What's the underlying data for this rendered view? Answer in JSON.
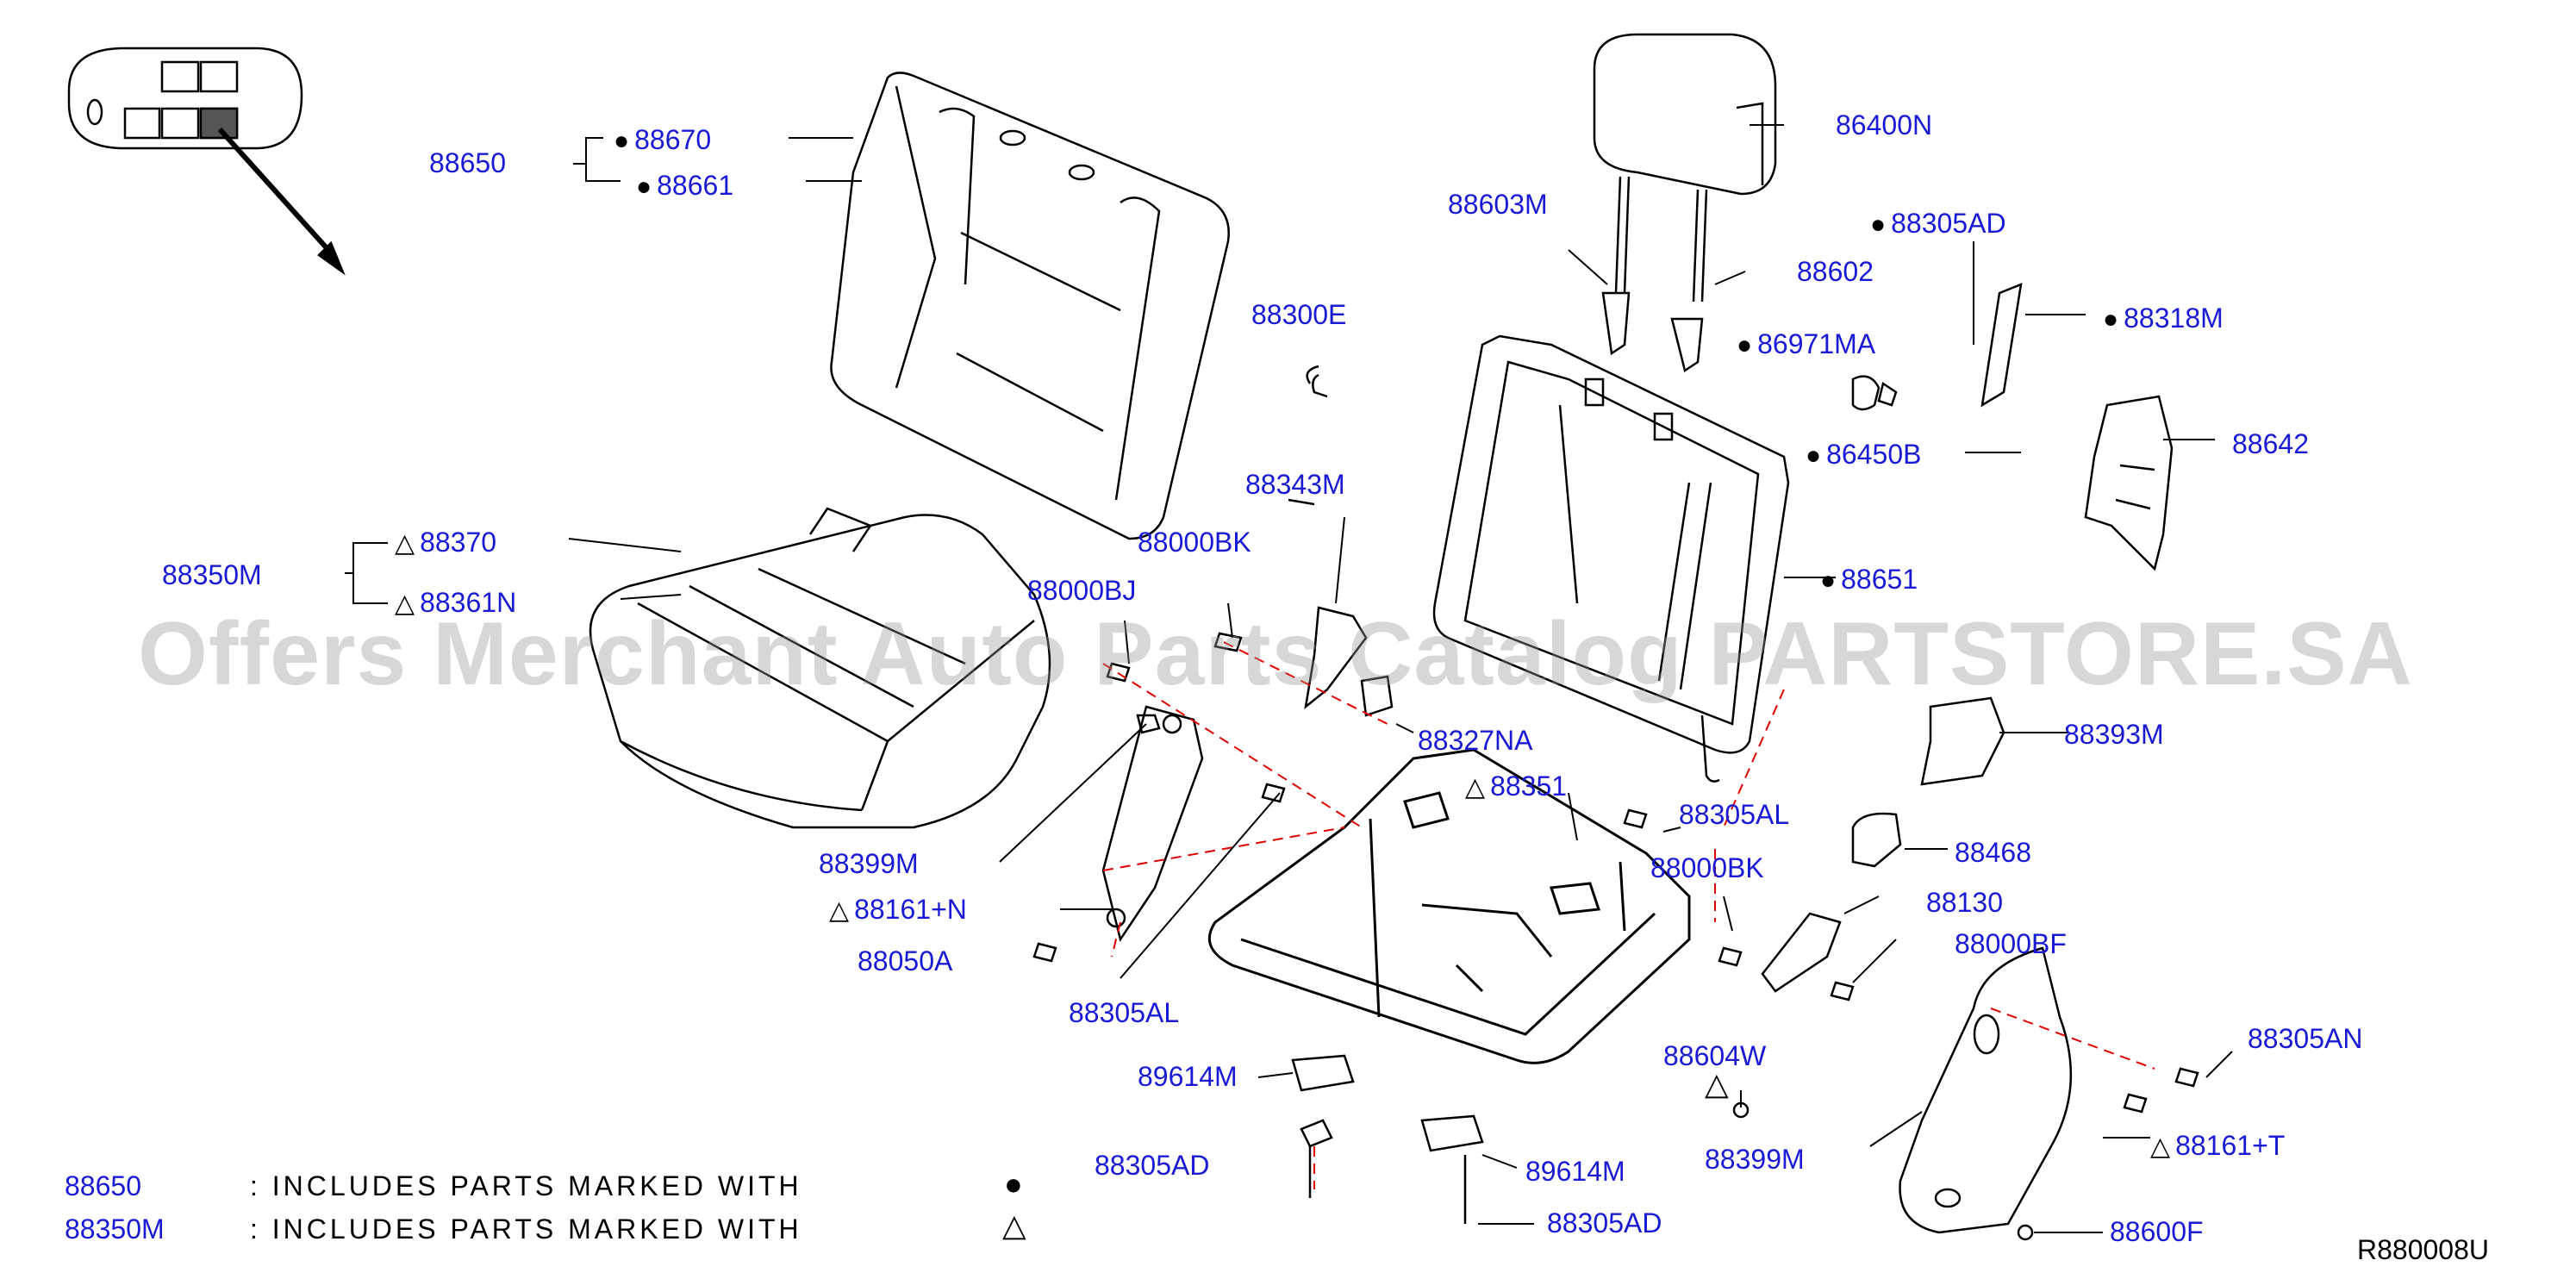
{
  "labels": {
    "p88650": "88650",
    "p88670": "88670",
    "p88661": "88661",
    "p88350M": "88350M",
    "p88370": "88370",
    "p88361N": "88361N",
    "p88603M": "88603M",
    "p86400N": "86400N",
    "p88602": "88602",
    "p88305AD_top": "88305AD",
    "p86971MA": "86971MA",
    "p88318M": "88318M",
    "p88300E": "88300E",
    "p86450B": "86450B",
    "p88642": "88642",
    "p88343M": "88343M",
    "p88000BK_top": "88000BK",
    "p88000BJ": "88000BJ",
    "p88651": "88651",
    "p88327NA": "88327NA",
    "p88393M": "88393M",
    "p88351": "88351",
    "p88305AL_right": "88305AL",
    "p88399M_left": "88399M",
    "p88000BK_mid": "88000BK",
    "p88468": "88468",
    "p88161N": "88161+N",
    "p88130": "88130",
    "p88050A": "88050A",
    "p88000BF": "88000BF",
    "p88305AL_left": "88305AL",
    "p88305AN": "88305AN",
    "p88604W": "88604W",
    "p89614M_left": "89614M",
    "p88399M_right": "88399M",
    "p88161T": "88161+T",
    "p88305AD_left": "88305AD",
    "p89614M_bottom": "89614M",
    "p88305AD_bottom": "88305AD",
    "p88600F": "88600F"
  },
  "markers": {
    "dot": "●",
    "triangle": "△"
  },
  "notes": [
    {
      "code": "88650",
      "text": ": INCLUDES PARTS MARKED WITH",
      "symbol": "●"
    },
    {
      "code": "88350M",
      "text": ": INCLUDES PARTS MARKED WITH",
      "symbol": "△"
    }
  ],
  "reference": "R880008U",
  "watermark": "Offers Merchant Auto Parts Catalog PARTSTORE.SA",
  "colors": {
    "label_blue": "#1a1ad6",
    "line_black": "#000000",
    "dash_red": "#e00000"
  }
}
